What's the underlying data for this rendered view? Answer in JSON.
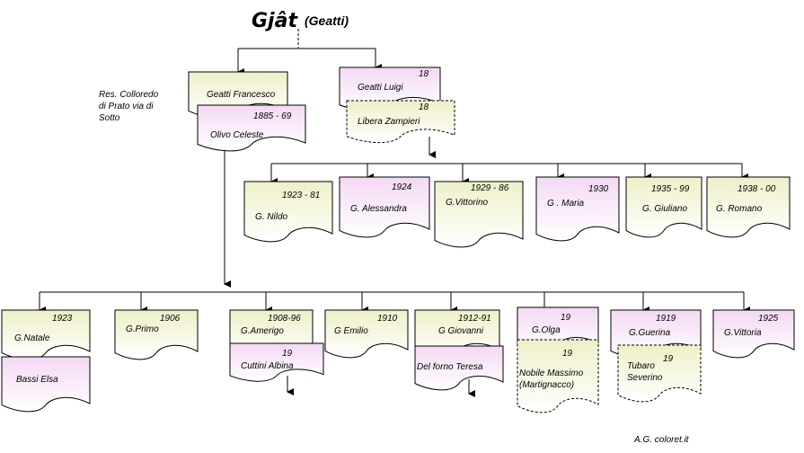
{
  "title": "Gjât",
  "subtitle": "(Geatti)",
  "residence": [
    "Res. Colloredo",
    "di Prato via di",
    "Sotto"
  ],
  "credit": "A.G. coloret.it",
  "colors": {
    "pink": "#f4d9f4",
    "yellow": "#eef0c8",
    "stroke": "#000000"
  },
  "cards": {
    "francesco": {
      "name": "Geatti Francesco",
      "year": ""
    },
    "olivo": {
      "name": "Olivo Celeste",
      "year": "1885 - 69"
    },
    "luigi": {
      "name": "Geatti Luigi",
      "year": "18"
    },
    "libera": {
      "name": "Libera Zampieri",
      "year": "18"
    },
    "nildo": {
      "name": "G. Nildo",
      "year": "1923 - 81"
    },
    "alessandra": {
      "name": "G. Alessandra",
      "year": "1924"
    },
    "vittorino": {
      "name": "G.Vittorino",
      "year": "1929 - 86"
    },
    "maria": {
      "name": "G . Maria",
      "year": "1930"
    },
    "giuliano": {
      "name": "G. Giuliano",
      "year": "1935 - 99"
    },
    "romano": {
      "name": "G. Romano",
      "year": "1938 - 00"
    },
    "natale": {
      "name": "G.Natale",
      "year": "1923"
    },
    "bassi": {
      "name": "Bassi Elsa",
      "year": ""
    },
    "primo": {
      "name": "G.Primo",
      "year": "1906"
    },
    "amerigo": {
      "name": "G.Amerigo",
      "year": "1908-96"
    },
    "cuttini": {
      "name": "Cuttini Albina",
      "year": "19"
    },
    "emilio": {
      "name": "G Emilio",
      "year": "1910"
    },
    "giovanni": {
      "name": "G Giovanni",
      "year": "1912-91"
    },
    "delforno": {
      "name": "Del forno Teresa",
      "year": ""
    },
    "olga": {
      "name": "G.Olga",
      "year": "19"
    },
    "nobile": {
      "name": "Nobile Massimo",
      "name2": "(Martignacco)",
      "year": "19"
    },
    "guerina": {
      "name": "G.Guerina",
      "year": "1919"
    },
    "tubaro": {
      "name": "Tubaro",
      "name2": "Severino",
      "year": "19"
    },
    "vittoria": {
      "name": "G.Vittoria",
      "year": "1925"
    }
  }
}
